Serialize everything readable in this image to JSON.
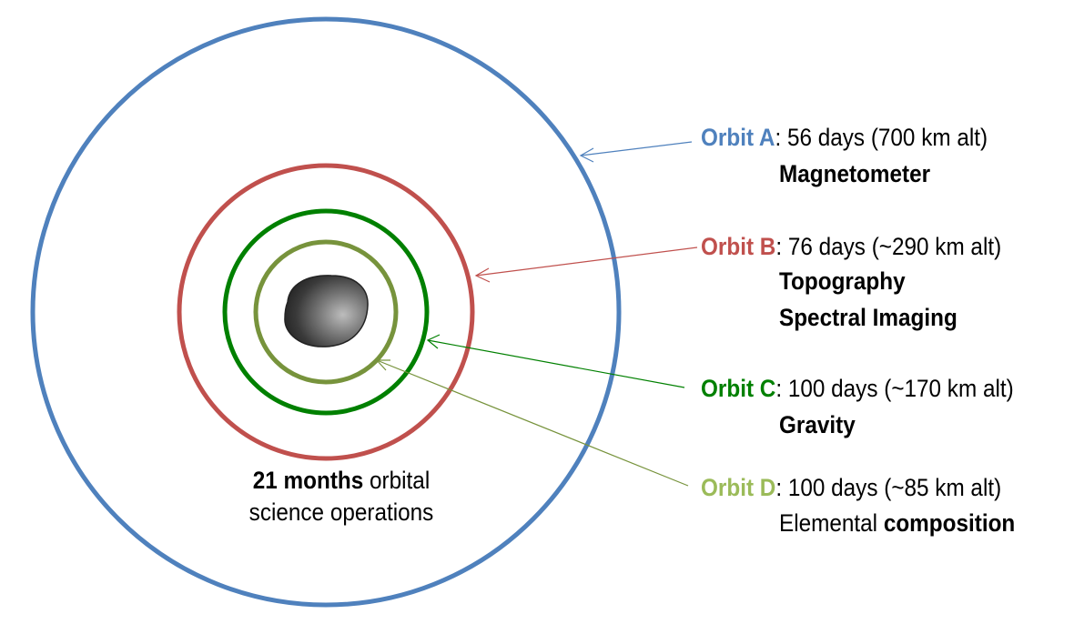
{
  "colors": {
    "orbit_a": "#4f81bd",
    "orbit_b": "#c0504d",
    "orbit_c": "#008000",
    "orbit_d": "#77933c",
    "orbit_d_label": "#9bbb59",
    "body": "#3a3a3a"
  },
  "orbits": {
    "a": {
      "name": "Orbit A",
      "details": ": 56 days (700 km alt)",
      "instruments": [
        "Magnetometer"
      ]
    },
    "b": {
      "name": "Orbit B",
      "details": ": 76 days (~290 km alt)",
      "instruments": [
        "Topography",
        "Spectral Imaging"
      ]
    },
    "c": {
      "name": "Orbit C",
      "details": ": 100 days (~170 km alt)",
      "instruments": [
        "Gravity"
      ]
    },
    "d": {
      "name": "Orbit D",
      "details": ": 100 days (~85 km alt)",
      "instrument_prefix": "Elemental ",
      "instrument_bold": "composition"
    }
  },
  "caption": {
    "bold": "21 months",
    "rest_line1": " orbital",
    "line2": "science operations"
  }
}
